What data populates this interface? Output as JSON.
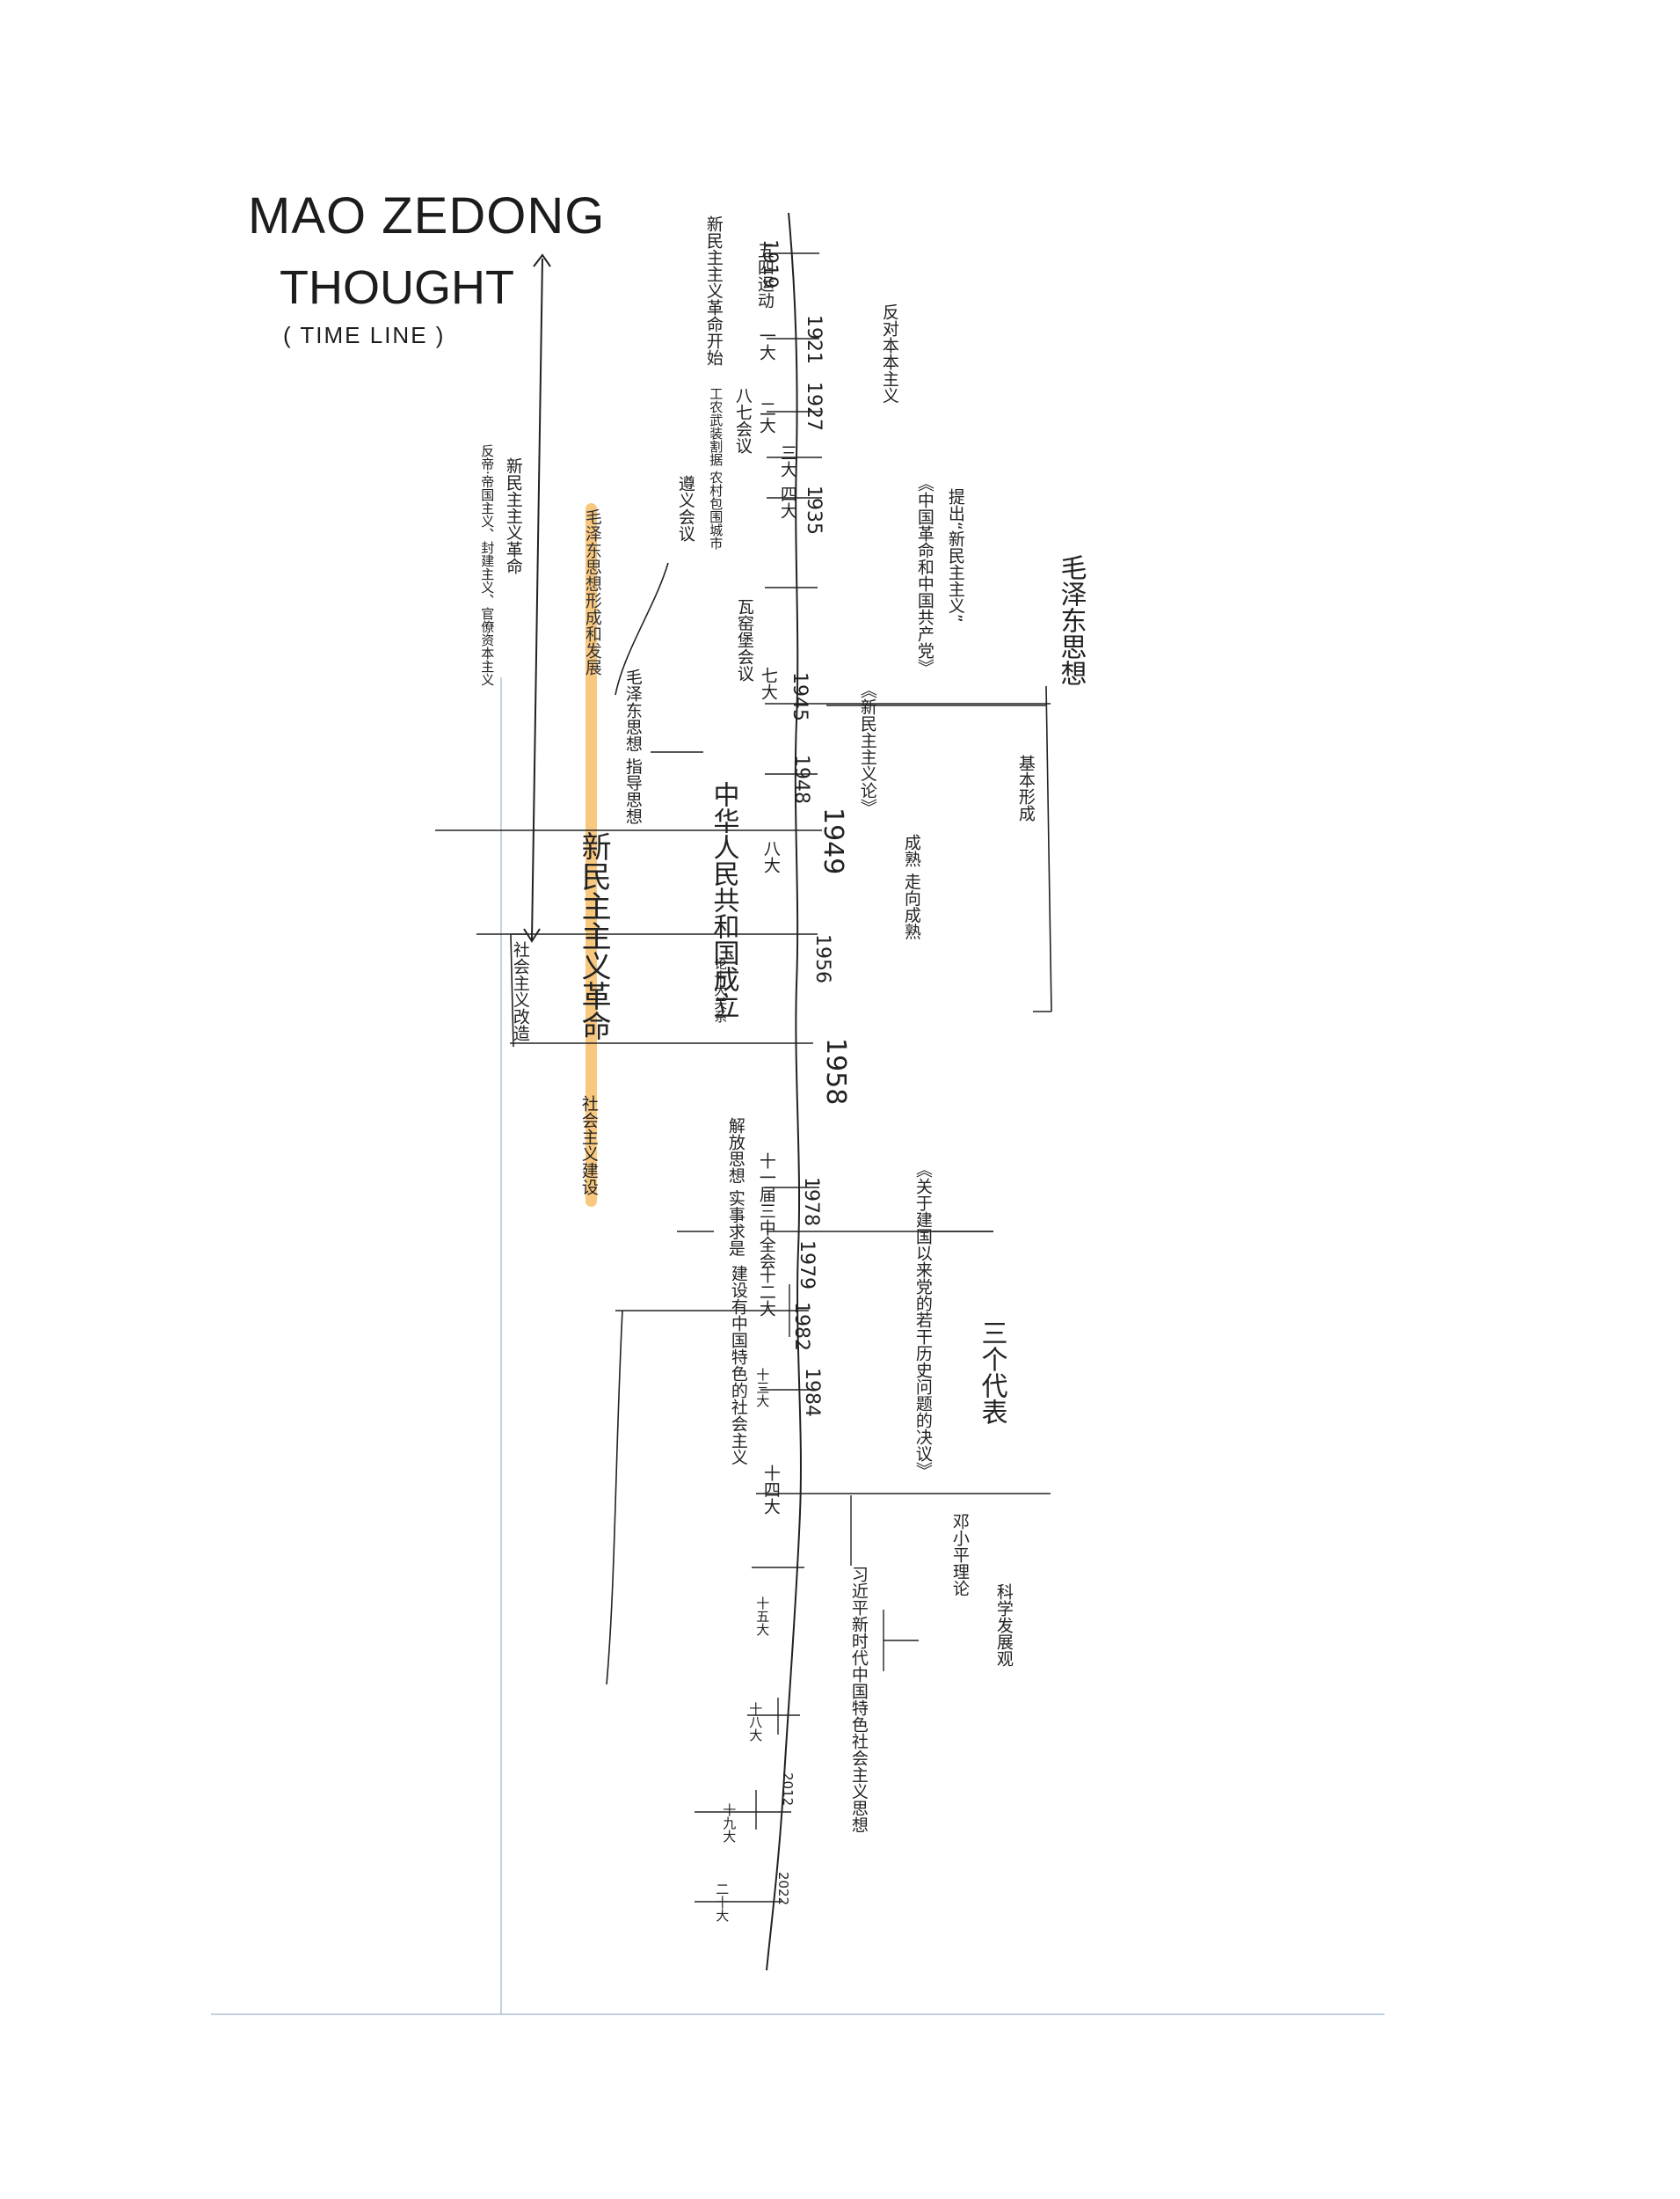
{
  "header": {
    "title_line1": "MAO ZEDONG",
    "title_line2": "THOUGHT",
    "title_line3": "( TIME LINE )"
  },
  "colors": {
    "highlight": "#f8c271",
    "ink": "#222222",
    "rule": "#9fb3cc",
    "blue_ink": "#3b6fd6"
  },
  "axis_left": {
    "top_label": "新民主主义革命",
    "top_note": "反帝·帝国主义、封建主义、官僚资本主义",
    "highlight_label": "毛泽东思想形成和发展",
    "middle_label": "新民主主义革命",
    "middle_note": "社会主义改造",
    "bottom_label": "社会主义建设"
  },
  "timeline": {
    "years": [
      "1919",
      "1921",
      "1927",
      "1935",
      "1945",
      "1948",
      "1949",
      "1956",
      "1958",
      "1978",
      "1979",
      "1982",
      "1984",
      "2012",
      "2022"
    ],
    "events": [
      {
        "text": "五四运动"
      },
      {
        "text": "新民主主义革命开始"
      },
      {
        "text": "一大"
      },
      {
        "text": "二大"
      },
      {
        "text": "三大"
      },
      {
        "text": "四大"
      },
      {
        "text": "八七会议"
      },
      {
        "text": "工农武装割据 农村包围城市"
      },
      {
        "text": "遵义会议"
      },
      {
        "text": "瓦窑堡会议"
      },
      {
        "text": "七大"
      },
      {
        "text": "毛泽东思想 指导思想"
      },
      {
        "text": "中华人民共和国成立"
      },
      {
        "text": "八大"
      },
      {
        "text": "论十大关系"
      },
      {
        "text": "十一届三中全会"
      },
      {
        "text": "解放思想 实事求是"
      },
      {
        "text": "十二大"
      },
      {
        "text": "建设有中国特色的社会主义"
      },
      {
        "text": "十三大"
      },
      {
        "text": "十四大"
      },
      {
        "text": "十五大"
      },
      {
        "text": "十八大"
      },
      {
        "text": "十九大"
      },
      {
        "text": "二十大"
      }
    ]
  },
  "right_side": {
    "bracket_label": "毛泽东思想",
    "notes": [
      {
        "text": "反对本本主义"
      },
      {
        "text": "《中国革命和中国共产党》"
      },
      {
        "text": "提出“新民主主义”"
      },
      {
        "text": "《新民主主义论》"
      },
      {
        "text": "基本形成"
      },
      {
        "text": "成熟 走向成熟"
      },
      {
        "text": "《关于建国以来党的若干历史问题的决议》"
      },
      {
        "text": "邓小平理论"
      },
      {
        "text": "三个代表"
      },
      {
        "text": "科学发展观"
      },
      {
        "text": "习近平新时代中国特色社会主义思想"
      }
    ]
  }
}
